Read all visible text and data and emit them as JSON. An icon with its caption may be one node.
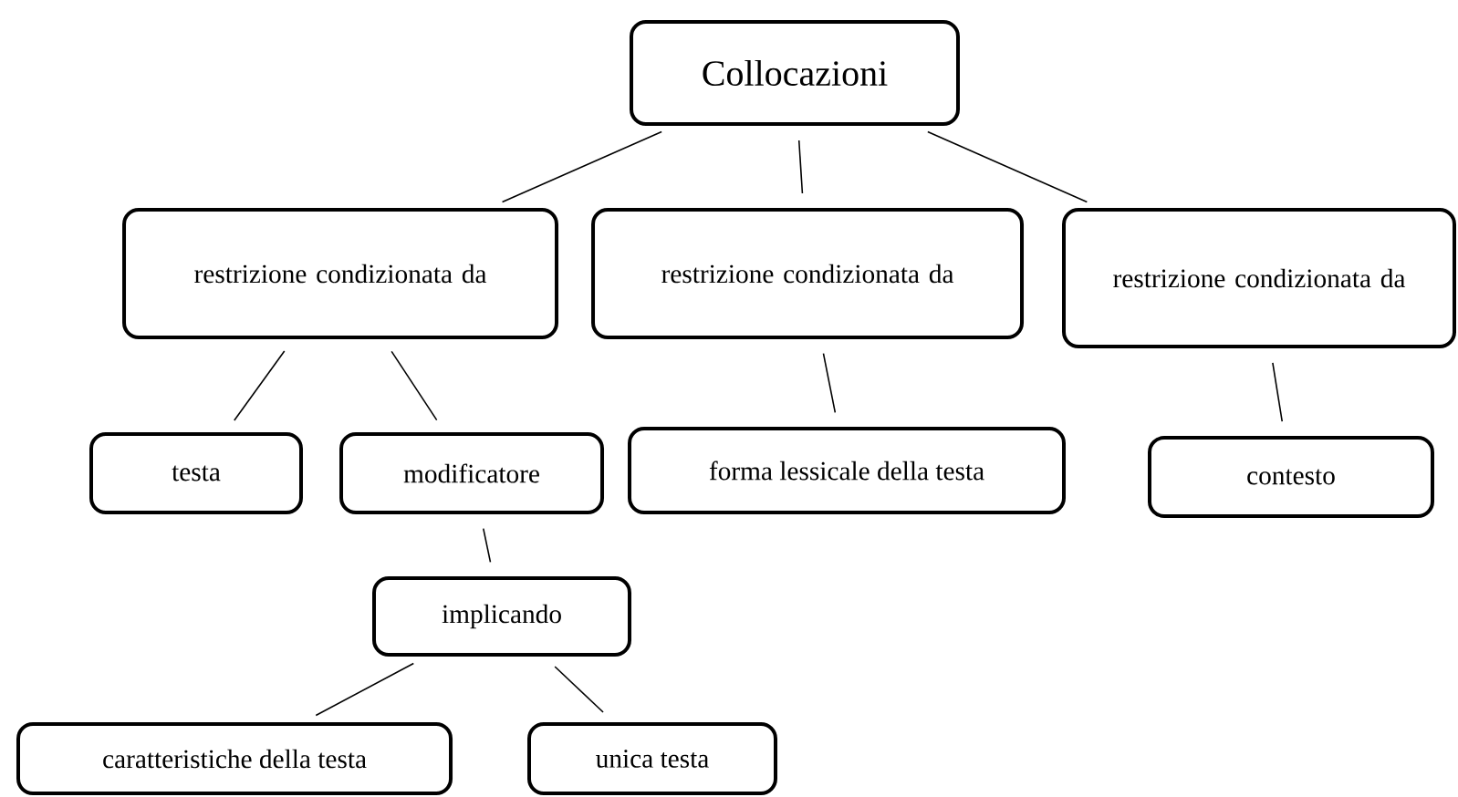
{
  "diagram": {
    "nodes": [
      {
        "text": [
          "Collocazioni"
        ]
      },
      {
        "text": [
          "restrizione condizionata da"
        ]
      },
      {
        "text": [
          "restrizione condizionata da"
        ]
      },
      {
        "text": [
          "restrizione condizionata da"
        ]
      },
      {
        "text": [
          "testa"
        ]
      },
      {
        "text": [
          "modificatore"
        ]
      },
      {
        "text": [
          "forma lessicale della testa"
        ]
      },
      {
        "text": [
          "contesto"
        ]
      },
      {
        "text": [
          "implicando"
        ]
      },
      {
        "text": [
          "caratteristiche della testa"
        ]
      },
      {
        "text": [
          "unica testa"
        ]
      }
    ],
    "edges": [
      {
        "from": 0,
        "to": 1,
        "arrow": "none"
      },
      {
        "from": 0,
        "to": 2,
        "arrow": "none"
      },
      {
        "from": 0,
        "to": 3,
        "arrow": "none"
      },
      {
        "from": 1,
        "to": 4,
        "arrow": "none"
      },
      {
        "from": 1,
        "to": 5,
        "arrow": "none"
      },
      {
        "from": 2,
        "to": 6,
        "arrow": "none"
      },
      {
        "from": 3,
        "to": 7,
        "arrow": "none"
      },
      {
        "from": 5,
        "to": 8,
        "arrow": "none"
      },
      {
        "from": 8,
        "to": 9,
        "arrow": "none"
      },
      {
        "from": 8,
        "to": 10,
        "arrow": "none"
      }
    ]
  }
}
